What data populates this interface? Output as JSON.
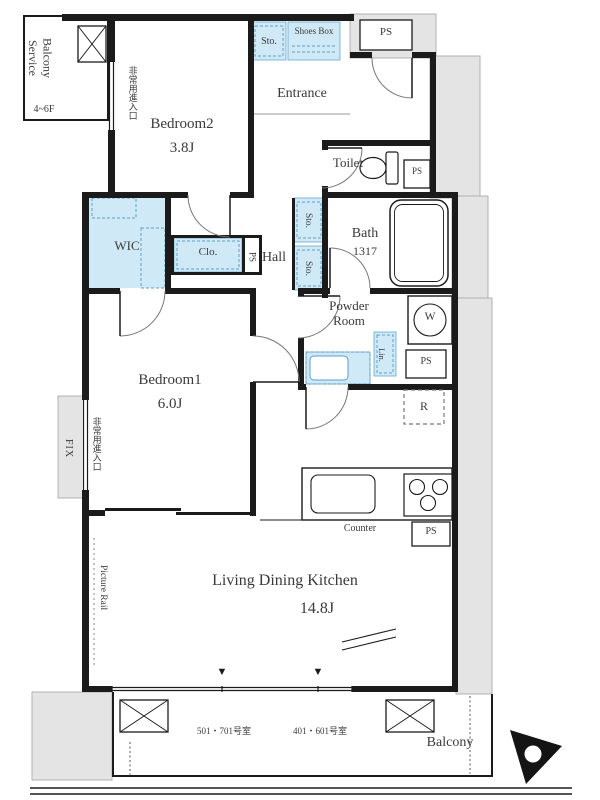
{
  "plan": {
    "rooms": {
      "bedroom2": {
        "name": "Bedroom2",
        "size": "3.8J"
      },
      "bedroom1": {
        "name": "Bedroom1",
        "size": "6.0J"
      },
      "ldk": {
        "name": "Living Dining Kitchen",
        "size": "14.8J"
      },
      "entrance": {
        "name": "Entrance"
      },
      "hall": {
        "name": "Hall"
      },
      "toilet": {
        "name": "Toilet"
      },
      "bath": {
        "name": "Bath",
        "size": "1317"
      },
      "powder_room": {
        "name": "Powder Room"
      },
      "wic": {
        "name": "WIC"
      },
      "balcony": {
        "name": "Balcony"
      },
      "service_balcony": {
        "name": "Service Balcony",
        "floors": "4~6F"
      }
    },
    "fixtures": {
      "storage_entrance": "Sto.",
      "shoes_box": "Shoes Box",
      "storage_hall_upper": "Sto.",
      "storage_hall_lower": "Sto.",
      "closet": "Clo.",
      "linen": "Lin.",
      "washer": "W",
      "refrigerator": "R",
      "counter": "Counter",
      "fix_window": "FIX",
      "picture_rail": "Picture Rail"
    },
    "pipe_space": {
      "label": "PS"
    },
    "notes": {
      "emergency_entry": "非常用進入口",
      "unit_marker": "▼",
      "units_left": "501・701号室",
      "units_right": "401・601号室"
    },
    "colors": {
      "wall": "#1b1b1b",
      "water_fixture_fill": "#cfe9f6",
      "water_fixture_line": "#5f9ec6",
      "exterior_fill": "#e4e4e4",
      "text": "#3a3a3a"
    }
  }
}
